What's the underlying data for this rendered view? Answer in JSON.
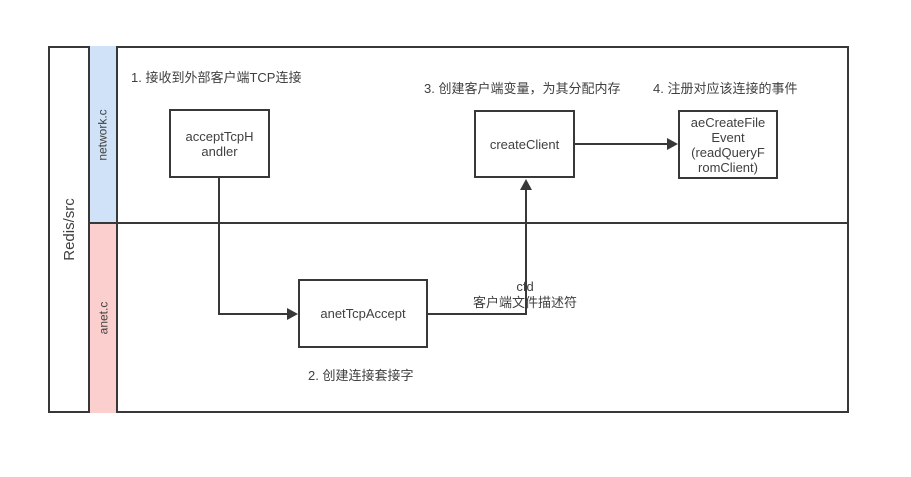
{
  "diagram": {
    "container_label": "Redis/src",
    "lanes": {
      "network": {
        "label": "network.c",
        "bg": "#cfe2f7"
      },
      "anet": {
        "label": "anet.c",
        "bg": "#fccfcf"
      }
    },
    "nodes": {
      "accept_tcp_handler": "acceptTcpH\nandler",
      "create_client": "createClient",
      "ae_create_file_event": "aeCreateFile\nEvent\n(readQueryF\nromClient)",
      "anet_tcp_accept": "anetTcpAccept"
    },
    "annotations": {
      "step1": "1. 接收到外部客户端TCP连接",
      "step2": "2. 创建连接套接字",
      "step3": "3. 创建客户端变量，为其分配内存",
      "step4": "4. 注册对应该连接的事件",
      "cfd": "cfd\n客户端文件描述符"
    },
    "colors": {
      "line": "#383838",
      "text": "#404040",
      "lane_network_bg": "#cfe2f7",
      "lane_anet_bg": "#fccfcf",
      "node_bg": "#ffffff"
    }
  }
}
